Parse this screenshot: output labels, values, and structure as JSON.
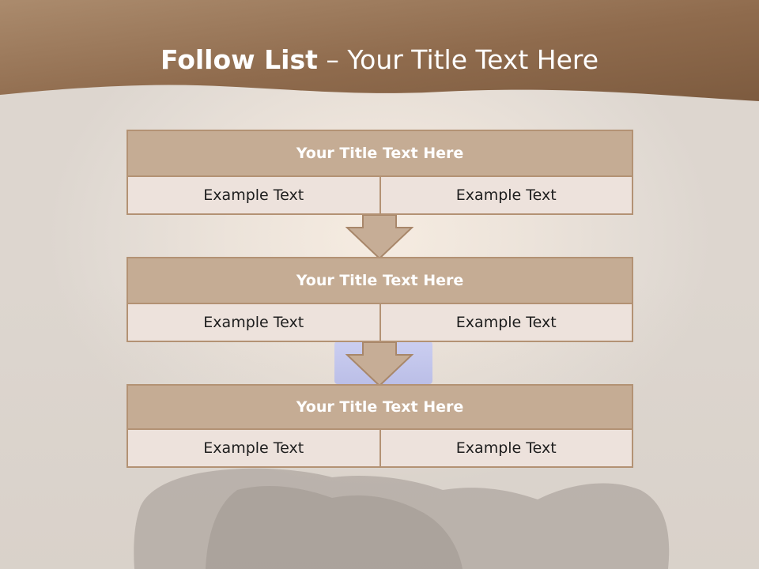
{
  "slide": {
    "title_bold": "Follow List",
    "title_rest": " – Your Title Text Here"
  },
  "blocks": [
    {
      "title": "Your Title Text Here",
      "left": "Example Text",
      "right": "Example Text"
    },
    {
      "title": "Your Title Text Here",
      "left": "Example Text",
      "right": "Example Text"
    },
    {
      "title": "Your Title Text Here",
      "left": "Example Text",
      "right": "Example Text"
    }
  ],
  "colors": {
    "header_brown": "#9a7453",
    "block_border": "#b39274",
    "block_title_fill": "#c5ac94",
    "block_cell_fill": "#ede2dc",
    "arrow_fill": "#c6ad96"
  }
}
